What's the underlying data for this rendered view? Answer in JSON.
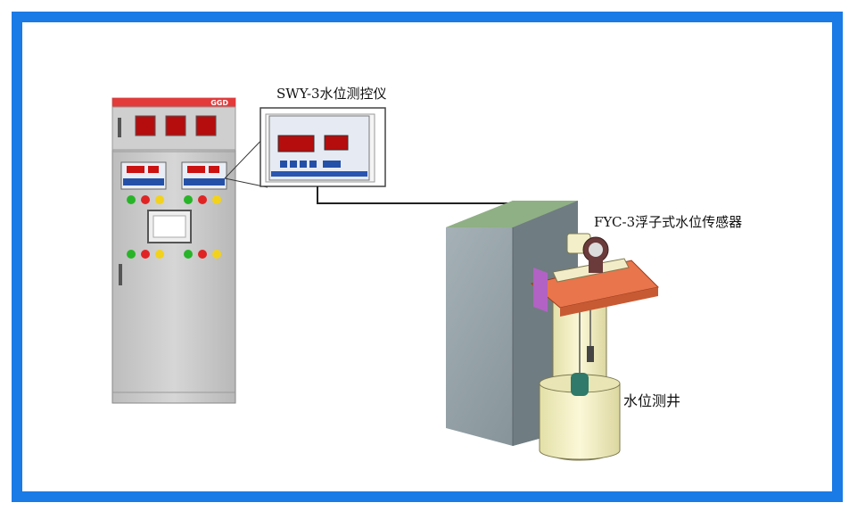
{
  "cabinet": {
    "brand": "GGD"
  },
  "labels": {
    "controller": "SWY-3水位测控仪",
    "sensor": "FYC-3浮子式水位传感器",
    "well": "水位测井"
  },
  "colors": {
    "frame": "#1a7ae6",
    "cabinet_body": "#c9c9c9",
    "cabinet_top": "#e33a3a",
    "display": "#cc1111",
    "concrete": "#8a9aa0",
    "platform": "#e8754c",
    "well": "#f3efc3"
  }
}
